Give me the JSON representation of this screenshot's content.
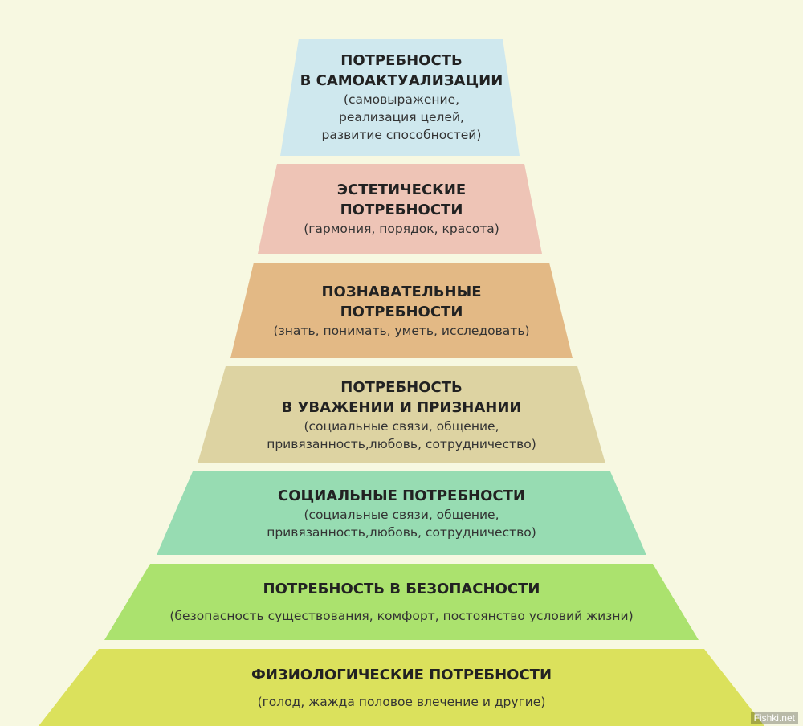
{
  "pyramid": {
    "levels": [
      {
        "title": "ПОТРЕБНОСТЬ\nВ САМОАКТУАЛИЗАЦИИ",
        "description": "(самовыражение,\nреализация целей,\nразвитие способностей)",
        "color": "#cfe8ee"
      },
      {
        "title": "ЭСТЕТИЧЕСКИЕ\nПОТРЕБНОСТИ",
        "description": "(гармония, порядок, красота)",
        "color": "#eec4b6"
      },
      {
        "title": "ПОЗНАВАТЕЛЬНЫЕ\nПОТРЕБНОСТИ",
        "description": "(знать, понимать, уметь, исследовать)",
        "color": "#e3b985"
      },
      {
        "title": "ПОТРЕБНОСТЬ\nВ УВАЖЕНИИ И ПРИЗНАНИИ",
        "description": "(социальные связи, общение,\nпривязанность,любовь, сотрудничество)",
        "color": "#ddd3a2"
      },
      {
        "title": "СОЦИАЛЬНЫЕ ПОТРЕБНОСТИ",
        "description": "(социальные связи, общение,\nпривязанность,любовь, сотрудничество)",
        "color": "#97dcb2"
      },
      {
        "title": "ПОТРЕБНОСТЬ В БЕЗОПАСНОСТИ",
        "description": "(безопасность существования, комфорт, постоянство условий жизни)",
        "color": "#abe26e"
      },
      {
        "title": "ФИЗИОЛОГИЧЕСКИЕ ПОТРЕБНОСТИ",
        "description": "(голод, жажда половое влечение и другие)",
        "color": "#dbe15c"
      }
    ]
  },
  "watermark": "Fishki.net"
}
